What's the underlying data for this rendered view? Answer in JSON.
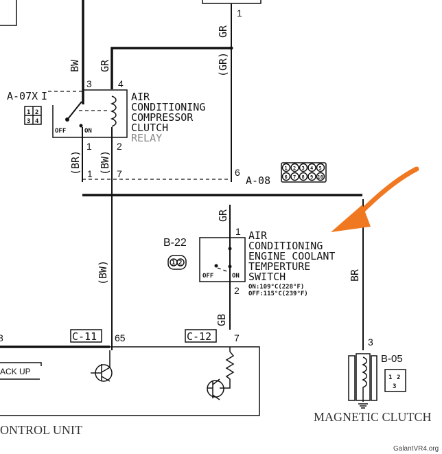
{
  "relay": {
    "id": "A-07X",
    "id_mark": "I",
    "name": [
      "AIR",
      "CONDITIONING",
      "COMPRESSOR",
      "CLUTCH"
    ],
    "name_last": "RELAY",
    "off": "OFF",
    "on": "ON",
    "pins": [
      "3",
      "4",
      "1",
      "2"
    ],
    "connector_pins": [
      "1",
      "2",
      "3",
      "4"
    ]
  },
  "wires": {
    "bw": "BW",
    "gr": "GR",
    "gr_paren": "(GR)",
    "br_paren": "(BR)",
    "bw_paren": "(BW)",
    "bw_paren2": "(BW)",
    "gr2": "GR",
    "br": "BR",
    "gb": "GB"
  },
  "top_pin": "1",
  "a08": {
    "id": "A-08",
    "pin_1": "1",
    "pin_7": "7",
    "pin_6": "6",
    "connector_pins": [
      "1",
      "2",
      "3",
      "4",
      "5",
      "6",
      "7",
      "8",
      "9",
      "10"
    ]
  },
  "switch": {
    "id": "B-22",
    "name": [
      "AIR",
      "CONDITIONING",
      "ENGINE COOLANT",
      "TEMPERTURE",
      "SWITCH"
    ],
    "spec_on": "ON:109°C(228°F)",
    "spec_off": "OFF:115°C(239°F)",
    "off": "OFF",
    "on": "ON",
    "pin_1": "1",
    "pin_2": "2",
    "connector_pins": [
      "1",
      "2"
    ]
  },
  "ecu": {
    "c11": "C-11",
    "c11_pin": "65",
    "c12": "C-12",
    "c12_pin": "7",
    "left_pin": "8",
    "backup": "ACK UP",
    "label": "ONTROL UNIT"
  },
  "clutch": {
    "id": "B-05",
    "pin": "3",
    "label": "MAGNETIC CLUTCH",
    "connector_pins": [
      "1",
      "2",
      "3"
    ]
  },
  "watermark": "GalantVR4.org",
  "colors": {
    "arrow": "#f07820",
    "ink": "#111111"
  }
}
